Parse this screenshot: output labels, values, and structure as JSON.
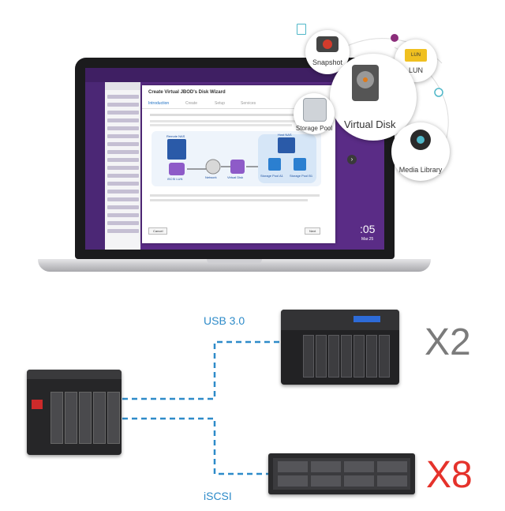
{
  "wizard": {
    "title": "Create Virtual JBOD's Disk Wizard",
    "tabs": [
      {
        "label": "Introduction"
      },
      {
        "label": "Create"
      },
      {
        "label": "Setup"
      },
      {
        "label": "Services"
      }
    ],
    "nodes": {
      "remote_nas": "Remote NAS",
      "iscsi_lun": "iSCSI LUN",
      "network": "Network",
      "virtual_disk": "Virtual Disk",
      "host_nas": "Host NAS",
      "pool_a": "Storage Pool A1",
      "pool_b": "Storage Pool B1"
    },
    "cancel_label": "Cancel",
    "next_label": "Next"
  },
  "desktop": {
    "clock": ":05",
    "date": "Mar.25"
  },
  "features": {
    "snapshot": "Snapshot",
    "lun": "LUN",
    "lun_badge": "LUN",
    "virtual_disk": "Virtual Disk",
    "storage_pool": "Storage Pool",
    "media_library": "Media Library"
  },
  "connections": {
    "usb_label": "USB 3.0",
    "iscsi_label": "iSCSI",
    "usb_count": "X2",
    "iscsi_count": "X8"
  },
  "colors": {
    "qts_purple": "#5a2c86",
    "link_blue": "#2e8bc9",
    "count_red": "#e5322b",
    "count_gray": "#7b7b7b"
  }
}
